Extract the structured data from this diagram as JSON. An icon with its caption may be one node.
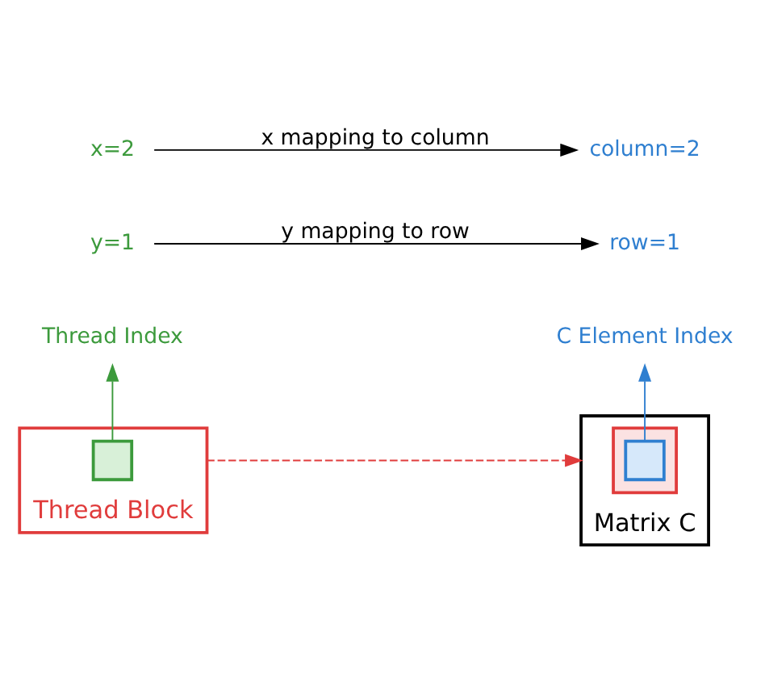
{
  "diagram": {
    "nodes": [
      {
        "text": [
          "Thread Index"
        ]
      },
      {
        "text": [
          "C Element Index"
        ]
      },
      {
        "text": [
          "y=1"
        ]
      },
      {
        "text": [
          "row=1"
        ]
      },
      {
        "text": [
          "x=2"
        ]
      },
      {
        "text": [
          "column=2"
        ]
      },
      {
        "text": [
          "Thread Block"
        ]
      },
      {
        "text": [],
        "shape": "box",
        "in": 6
      },
      {
        "text": [
          "Matrix C"
        ]
      },
      {
        "text": [],
        "shape": "box",
        "in": 8
      },
      {
        "text": [],
        "shape": "box",
        "in": 9
      }
    ],
    "edges": [
      {
        "from": 7,
        "to": 0,
        "arrow": "to",
        "color": "#3c9a3c"
      },
      {
        "from": 10,
        "to": 1,
        "arrow": "to",
        "color": "#2f7fd0"
      },
      {
        "from": 2,
        "to": 3,
        "arrow": "to",
        "label": "y mapping to row"
      },
      {
        "from": 4,
        "to": 5,
        "arrow": "to",
        "label": "x mapping to column"
      },
      {
        "from": 6,
        "to": 8,
        "arrow": "to",
        "style": "dashed",
        "color": "#e03c3c"
      }
    ]
  }
}
